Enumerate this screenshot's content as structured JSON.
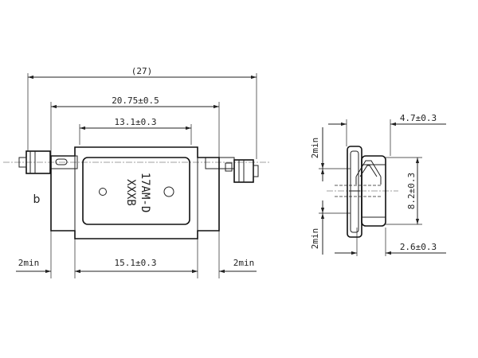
{
  "dimensions": {
    "overall_length": "(27)",
    "body_length": "20.75±0.5",
    "window_length": "13.1±0.3",
    "inner_length": "15.1±0.3",
    "left_min": "2min",
    "right_min": "2min",
    "side_width": "4.7±0.3",
    "side_height": "8.2±0.3",
    "side_depth": "2.6±0.3",
    "side_top_min": "2min",
    "side_bottom_min": "2min"
  },
  "marking": {
    "line1": "17AM-D",
    "line2": "XXXB"
  },
  "labels": {
    "side_mark": "b"
  }
}
